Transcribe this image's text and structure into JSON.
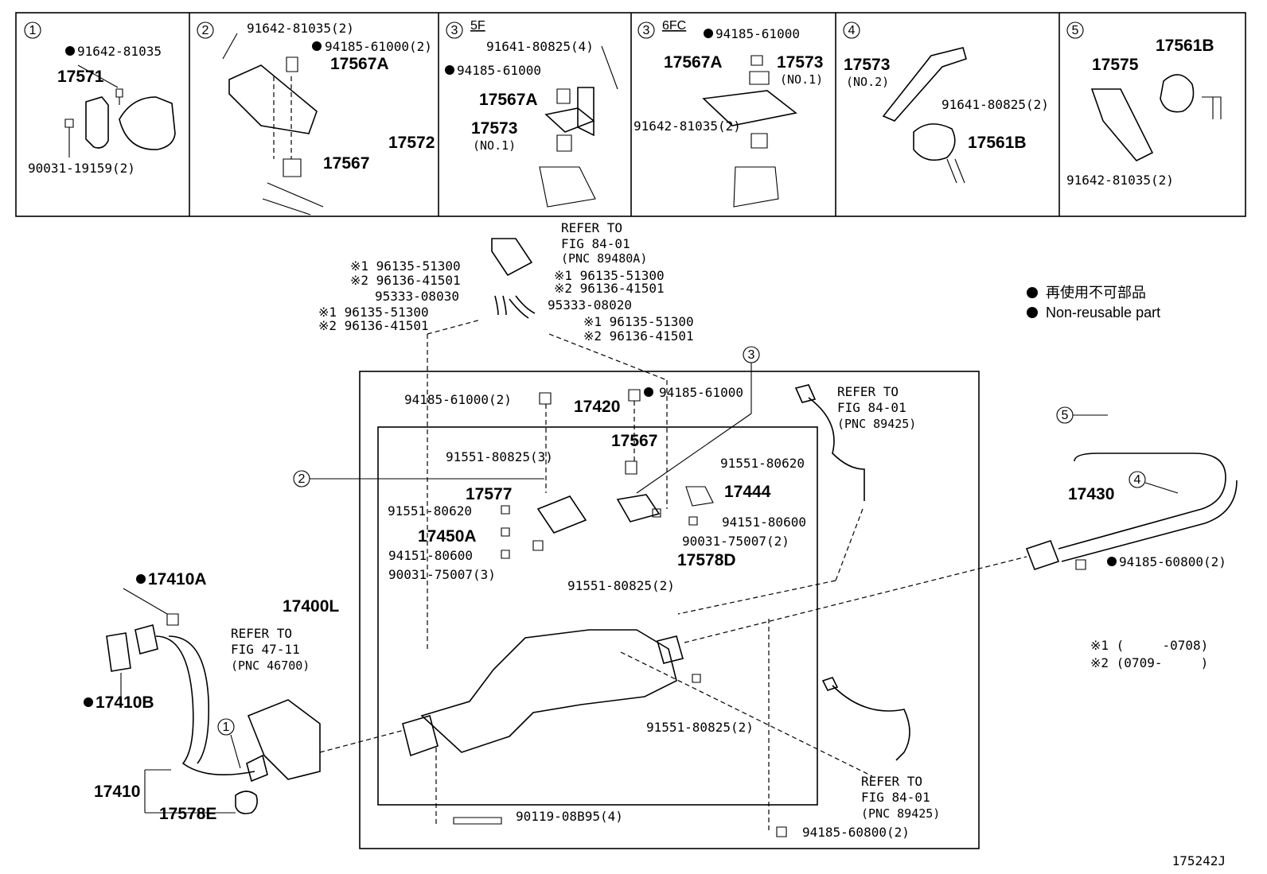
{
  "figure_code": "175242J",
  "legend": {
    "jp": "再使用不可部品",
    "en": "Non-reusable part",
    "note1": "※1 (     -0708)",
    "note2": "※2 (0709-     )"
  },
  "panels": [
    {
      "index": "1",
      "sub": "",
      "labels": [
        "91642-81035",
        "17571",
        "90031-19159(2)"
      ]
    },
    {
      "index": "2",
      "sub": "",
      "labels": [
        "91642-81035(2)",
        "94185-61000(2)",
        "17567A",
        "17572",
        "17567"
      ]
    },
    {
      "index": "3",
      "sub": "5F",
      "labels": [
        "91641-80825(4)",
        "94185-61000",
        "17567A",
        "17573",
        "(NO.1)"
      ]
    },
    {
      "index": "3",
      "sub": "6FC",
      "labels": [
        "94185-61000",
        "17567A",
        "17573",
        "(NO.1)",
        "91642-81035(2)"
      ]
    },
    {
      "index": "4",
      "sub": "",
      "labels": [
        "17573",
        "(NO.2)",
        "91641-80825(2)",
        "17561B"
      ]
    },
    {
      "index": "5",
      "sub": "",
      "labels": [
        "17561B",
        "17575",
        "91642-81035(2)"
      ]
    }
  ],
  "refer": {
    "top": [
      "REFER TO",
      "FIG 84-01",
      "(PNC 89480A)"
    ],
    "sensor1": [
      "REFER TO",
      "FIG 84-01",
      "(PNC 89425)"
    ],
    "sensor2": [
      "REFER TO",
      "FIG 84-01",
      "(PNC 89425)"
    ],
    "fig47": [
      "REFER TO",
      "FIG 47-11",
      "(PNC 46700)"
    ]
  },
  "hoses": {
    "l1a": "※1 96135-51300",
    "l1b": "※2 96136-41501",
    "r1a": "※1 96135-51300",
    "r1b": "※2 96136-41501",
    "hose_l": "95333-08030",
    "hose_r": "95333-08020",
    "l2a": "※1 96135-51300",
    "l2b": "※2 96136-41501",
    "r2a": "※1 96135-51300",
    "r2b": "※2 96136-41501"
  },
  "main": {
    "n1": "94185-61000(2)",
    "n2": "94185-61000",
    "n3": "17420",
    "n4": "17567",
    "n5": "91551-80825(3)",
    "n6": "91551-80620",
    "n7": "17577",
    "n8": "91551-80620",
    "n9": "17444",
    "n10": "17450A",
    "n11": "94151-80600",
    "n12": "94151-80600",
    "n13": "90031-75007(2)",
    "n14": "90031-75007(3)",
    "n15": "17578D",
    "n16": "91551-80825(2)",
    "n17": "17400L",
    "n18": "91551-80825(2)",
    "n19": "90119-08B95(4)",
    "n20": "94185-60800(2)"
  },
  "left": {
    "a": "17410A",
    "b": "17410B",
    "c": "17410",
    "d": "17578E"
  },
  "right": {
    "pipe": "17430",
    "nut": "94185-60800(2)"
  },
  "callouts": {
    "c1": "1",
    "c2": "2",
    "c3": "3",
    "c4": "4",
    "c5": "5"
  }
}
